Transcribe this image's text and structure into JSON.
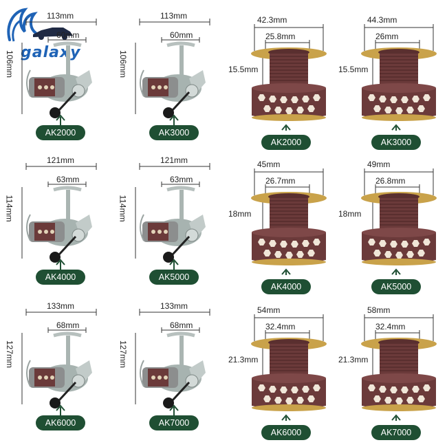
{
  "brand": {
    "logo_text": "galaxy",
    "logo_icon": "wave-car-logo"
  },
  "colors": {
    "badge": "#1f4f33",
    "spool_body": "#6b3a3a",
    "spool_gold": "#c9a24a",
    "reel_body": "#a7b3b0"
  },
  "reels": [
    {
      "model": "AK2000",
      "width": "113mm",
      "spool": "60mm",
      "height": "106mm"
    },
    {
      "model": "AK3000",
      "width": "113mm",
      "spool": "60mm",
      "height": "106mm"
    },
    {
      "model": "AK4000",
      "width": "121mm",
      "spool": "63mm",
      "height": "114mm"
    },
    {
      "model": "AK5000",
      "width": "121mm",
      "spool": "63mm",
      "height": "114mm"
    },
    {
      "model": "AK6000",
      "width": "133mm",
      "spool": "68mm",
      "height": "127mm"
    },
    {
      "model": "AK7000",
      "width": "133mm",
      "spool": "68mm",
      "height": "127mm"
    }
  ],
  "spools": [
    {
      "model": "AK2000",
      "outer": "42.3mm",
      "inner": "25.8mm",
      "height": "15.5mm"
    },
    {
      "model": "AK3000",
      "outer": "44.3mm",
      "inner": "26mm",
      "height": "15.5mm"
    },
    {
      "model": "AK4000",
      "outer": "45mm",
      "inner": "26.7mm",
      "height": "18mm"
    },
    {
      "model": "AK5000",
      "outer": "49mm",
      "inner": "26.8mm",
      "height": "18mm"
    },
    {
      "model": "AK6000",
      "outer": "54mm",
      "inner": "32.4mm",
      "height": "21.3mm"
    },
    {
      "model": "AK7000",
      "outer": "58mm",
      "inner": "32.4mm",
      "height": "21.3mm"
    }
  ]
}
